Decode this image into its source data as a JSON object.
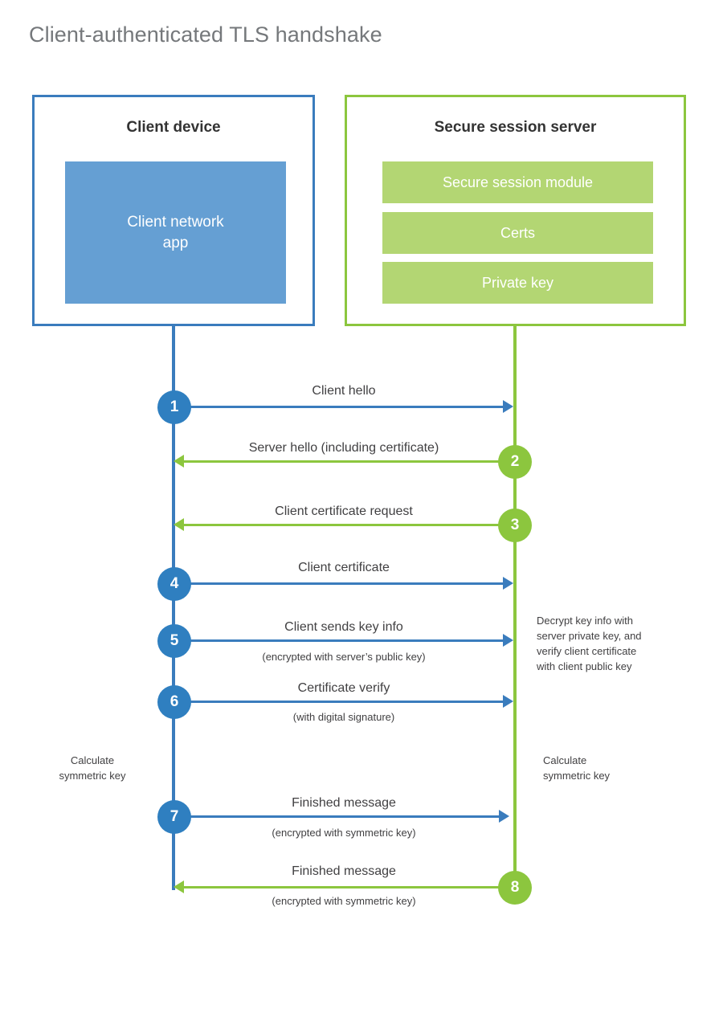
{
  "diagram": {
    "title": "Client-authenticated TLS handshake",
    "colors": {
      "client_blue": "#3a7cbd",
      "client_circle_blue": "#2f7fc0",
      "client_app_blue": "#659fd3",
      "server_green": "#8cc63e",
      "server_module_green": "#b3d673",
      "title_gray": "#75787b",
      "text_gray": "#414042",
      "background": "#ffffff"
    }
  },
  "actors": {
    "client": {
      "title": "Client device",
      "app_label": "Client network\napp"
    },
    "server": {
      "title": "Secure session server",
      "modules": [
        {
          "label": "Secure session module"
        },
        {
          "label": "Certs"
        },
        {
          "label": "Private key"
        }
      ]
    }
  },
  "messages": [
    {
      "step": "1",
      "label": "Client hello",
      "sublabel": "",
      "direction": "client-to-server",
      "color": "blue"
    },
    {
      "step": "2",
      "label": "Server hello (including certificate)",
      "sublabel": "",
      "direction": "server-to-client",
      "color": "green"
    },
    {
      "step": "3",
      "label": "Client certificate request",
      "sublabel": "",
      "direction": "server-to-client",
      "color": "green"
    },
    {
      "step": "4",
      "label": "Client certificate",
      "sublabel": "",
      "direction": "client-to-server",
      "color": "blue"
    },
    {
      "step": "5",
      "label": "Client sends key info",
      "sublabel": "(encrypted with server’s public key)",
      "direction": "client-to-server",
      "color": "blue"
    },
    {
      "step": "6",
      "label": "Certificate verify",
      "sublabel": "(with digital signature)",
      "direction": "client-to-server",
      "color": "blue"
    },
    {
      "step": "7",
      "label": "Finished message",
      "sublabel": "(encrypted with symmetric key)",
      "direction": "client-to-server",
      "color": "blue"
    },
    {
      "step": "8",
      "label": "Finished message",
      "sublabel": "(encrypted with symmetric key)",
      "direction": "server-to-client",
      "color": "green"
    }
  ],
  "notes": {
    "server_processing": "Decrypt key info with\nserver private key, and\nverify client certificate\nwith client public key",
    "client_calculate": "Calculate\nsymmetric key",
    "server_calculate": "Calculate\nsymmetric key"
  }
}
